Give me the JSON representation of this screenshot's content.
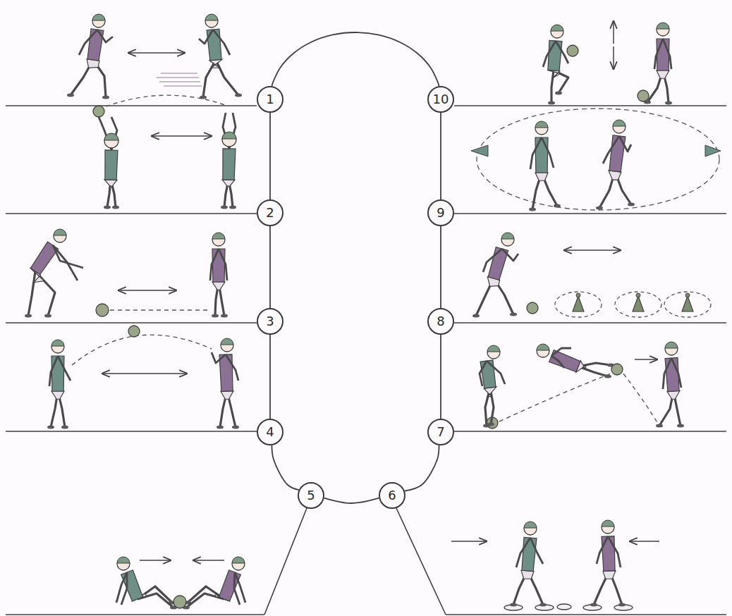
{
  "diagram": {
    "nodes": [
      {
        "text": [
          "1"
        ]
      },
      {
        "text": [
          "2"
        ]
      },
      {
        "text": [
          "3"
        ]
      },
      {
        "text": [
          "4"
        ]
      },
      {
        "text": [
          "5"
        ]
      },
      {
        "text": [
          "6"
        ]
      },
      {
        "text": [
          "7"
        ]
      },
      {
        "text": [
          "8"
        ]
      },
      {
        "text": [
          "9"
        ]
      },
      {
        "text": [
          "10"
        ]
      }
    ],
    "edges": [
      {
        "from": 0,
        "to": 1,
        "arrow": "none"
      },
      {
        "from": 1,
        "to": 2,
        "arrow": "none"
      },
      {
        "from": 2,
        "to": 3,
        "arrow": "none"
      },
      {
        "from": 3,
        "to": 4,
        "arrow": "none"
      },
      {
        "from": 4,
        "to": 5,
        "arrow": "none"
      },
      {
        "from": 5,
        "to": 6,
        "arrow": "none"
      },
      {
        "from": 6,
        "to": 7,
        "arrow": "none"
      },
      {
        "from": 7,
        "to": 8,
        "arrow": "none"
      },
      {
        "from": 8,
        "to": 9,
        "arrow": "none"
      },
      {
        "from": 9,
        "to": 0,
        "arrow": "none"
      }
    ]
  }
}
